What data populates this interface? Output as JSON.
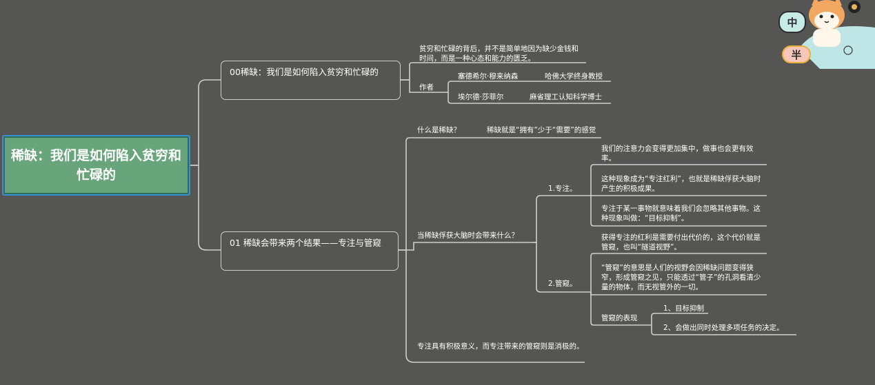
{
  "root": {
    "title": "稀缺：我们是如何陷入贫穷和忙碌的"
  },
  "branch0": {
    "title": "00稀缺：我们是如何陷入贫穷和忙碌的",
    "intro": "贫穷和忙碌的背后，并不是简单地因为缺少金钱和时间，而是一种心态和能力的匮乏。",
    "author_label": "作者",
    "authors": [
      {
        "name": "塞德希尔·穆来纳森",
        "title": "哈佛大学终身教授"
      },
      {
        "name": "埃尔德·莎菲尔",
        "title": "麻省理工认知科学博士"
      }
    ]
  },
  "branch1": {
    "title": "01 稀缺会带来两个结果——专注与管窥",
    "what_q": "什么是稀缺？",
    "what_a": "稀缺就是“拥有”少于“需要”的感觉",
    "brain_q": "当稀缺俘获大脑时会带来什么？",
    "focus": {
      "label": "1.专注。",
      "items": [
        "我们的注意力会变得更加集中，做事也会更有效率。",
        "这种现象成为“专注红利”，也就是稀缺俘获大脑时产生的积极成果。",
        "专注于某一事物就意味着我们会忽略其他事物。这种现象叫做：“目标抑制”。"
      ]
    },
    "tunnel": {
      "label": "2.管窥。",
      "items": [
        "获得专注的红利是需要付出代价的，这个代价就是管窥，也叫“隧道视野”。",
        "“管窥”的意思是人们的视野会因稀缺问题变得狭窄，形成管窥之见，只能透过“管子”的孔洞看清少量的物体，而无视管外的一切。"
      ],
      "manifest_label": "管窥的表现",
      "manifest": [
        "1、目标抑制",
        "2、会做出同时处理多项任务的决定。"
      ]
    },
    "conclusion": "专注具有积极意义，而专注带来的管窥则是消极的。"
  },
  "decoration": {
    "badge_top": "中",
    "badge_bottom": "半"
  },
  "colors": {
    "background": "#555653",
    "root_fill": "#68a57b",
    "root_border": "#3a8fd0",
    "line": "#cfcfcf"
  }
}
